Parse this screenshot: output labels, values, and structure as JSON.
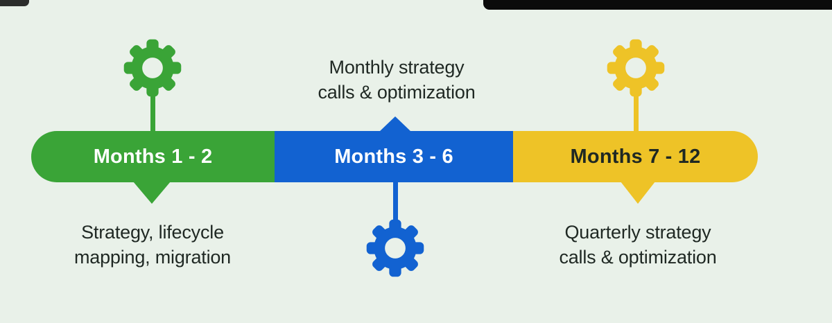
{
  "colors": {
    "background": "#E9F1E9",
    "green": "#3AA437",
    "blue": "#1262D1",
    "yellow": "#EEC327",
    "dark_text": "#1F2823",
    "white_text": "#FFFFFF",
    "overlay_black": "#0B0B0B"
  },
  "timeline": {
    "type": "horizontal-phase-timeline",
    "segments": [
      {
        "label": "Months 1 - 2",
        "color": "#3AA437",
        "label_color": "white",
        "icon": "gear-icon",
        "icon_position": "above",
        "note_position": "below",
        "note_line1": "Strategy, lifecycle",
        "note_line2": "mapping, migration"
      },
      {
        "label": "Months 3 - 6",
        "color": "#1262D1",
        "label_color": "white",
        "icon": "gear-icon",
        "icon_position": "below",
        "note_position": "above",
        "note_line1": "Monthly strategy",
        "note_line2": "calls & optimization"
      },
      {
        "label": "Months 7 - 12",
        "color": "#EEC327",
        "label_color": "dark",
        "icon": "gear-icon",
        "icon_position": "above",
        "note_position": "below",
        "note_line1": "Quarterly strategy",
        "note_line2": "calls & optimization"
      }
    ]
  }
}
